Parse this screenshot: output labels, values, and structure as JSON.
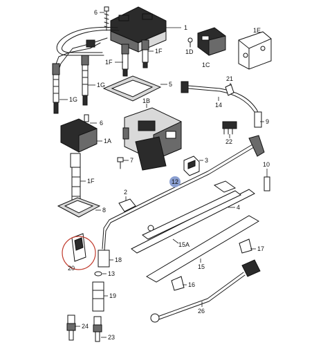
{
  "labels": {
    "l6a": "6",
    "l1": "1",
    "l1d": "1D",
    "l1c": "1C",
    "l1e": "1E",
    "l1f_top": "1F",
    "l1f_left": "1F",
    "l5": "5",
    "l1g_a": "1G",
    "l1g_b": "1G",
    "l21": "21",
    "l14": "14",
    "l1b": "1B",
    "l6b": "6",
    "l1a": "1A",
    "l22": "22",
    "l9": "9",
    "l7": "7",
    "l3": "3",
    "l10": "10",
    "l1f_c": "1F",
    "l12": "12",
    "l2": "2",
    "l8": "8",
    "l4": "4",
    "l15a": "15A",
    "l17": "17",
    "l20": "20",
    "l18": "18",
    "l15": "15",
    "l13": "13",
    "l16": "16",
    "l19": "19",
    "l26": "26",
    "l24": "24",
    "l23": "23"
  },
  "colors": {
    "highlight_badge": "#8a9fd1",
    "callout_circle": "#c0392b"
  }
}
